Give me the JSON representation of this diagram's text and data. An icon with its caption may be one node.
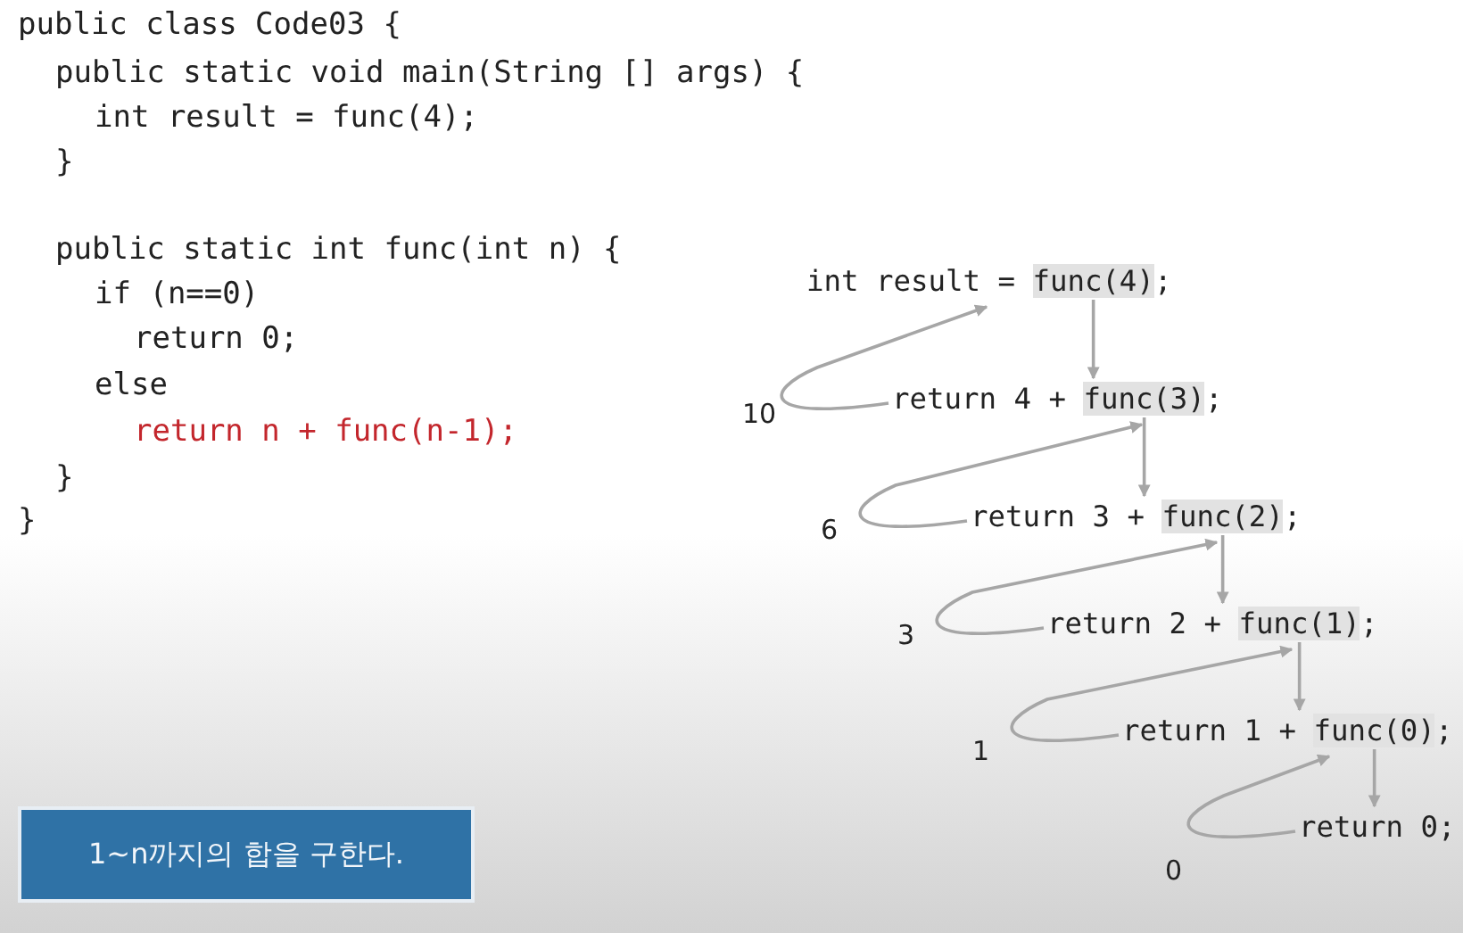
{
  "diagram": {
    "nodes": [
      {
        "text": [
          "int result = ",
          "func(4)",
          ";"
        ]
      },
      {
        "text": [
          "return 4 + ",
          "func(3)",
          ";"
        ]
      },
      {
        "text": [
          "return 3 + ",
          "func(2)",
          ";"
        ]
      },
      {
        "text": [
          "return 2 + ",
          "func(1)",
          ";"
        ]
      },
      {
        "text": [
          "return 1 + ",
          "func(0)",
          ";"
        ]
      },
      {
        "text": [
          "return 0;"
        ]
      },
      {
        "text": [
          "1~n까지의 합을 구한다."
        ]
      }
    ],
    "edges": [
      {
        "from": 0,
        "to": 1,
        "arrow": "to"
      },
      {
        "from": 1,
        "to": 2,
        "arrow": "to"
      },
      {
        "from": 2,
        "to": 3,
        "arrow": "to"
      },
      {
        "from": 3,
        "to": 4,
        "arrow": "to"
      },
      {
        "from": 4,
        "to": 5,
        "arrow": "to"
      },
      {
        "from": 1,
        "to": 0,
        "arrow": "to",
        "label": "10"
      },
      {
        "from": 2,
        "to": 1,
        "arrow": "to",
        "label": "6"
      },
      {
        "from": 3,
        "to": 2,
        "arrow": "to",
        "label": "3"
      },
      {
        "from": 4,
        "to": 3,
        "arrow": "to",
        "label": "1"
      },
      {
        "from": 5,
        "to": 4,
        "arrow": "to",
        "label": "0"
      }
    ],
    "labels": [
      "public class Code03 {",
      "public static void main(String [] args) {",
      "int result = func(4);",
      "}",
      "public static int func(int n) {",
      "if (n==0)",
      "return 0;",
      "else",
      "return n + func(n-1);",
      "}",
      "}"
    ]
  }
}
